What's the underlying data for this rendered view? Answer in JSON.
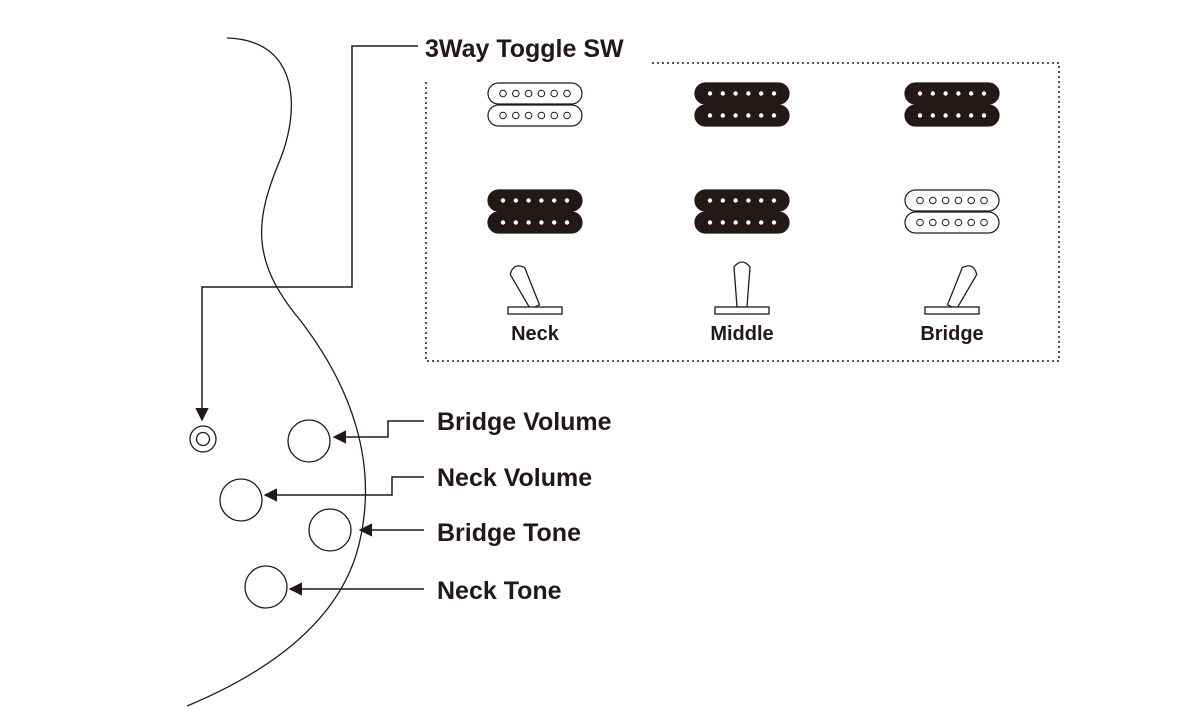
{
  "title": "3Way Toggle SW",
  "colors": {
    "ink": "#231815",
    "pickup_on": "#231815",
    "pickup_off": "#ffffff",
    "background": "#ffffff"
  },
  "switch_positions": [
    {
      "label": "Neck",
      "lever": "left",
      "pickups": {
        "neck": "on",
        "bridge": "off"
      }
    },
    {
      "label": "Middle",
      "lever": "center",
      "pickups": {
        "neck": "on",
        "bridge": "on"
      }
    },
    {
      "label": "Bridge",
      "lever": "right",
      "pickups": {
        "neck": "off",
        "bridge": "on"
      }
    }
  ],
  "controls": [
    {
      "label": "Bridge Volume"
    },
    {
      "label": "Neck Volume"
    },
    {
      "label": "Bridge Tone"
    },
    {
      "label": "Neck Tone"
    }
  ]
}
